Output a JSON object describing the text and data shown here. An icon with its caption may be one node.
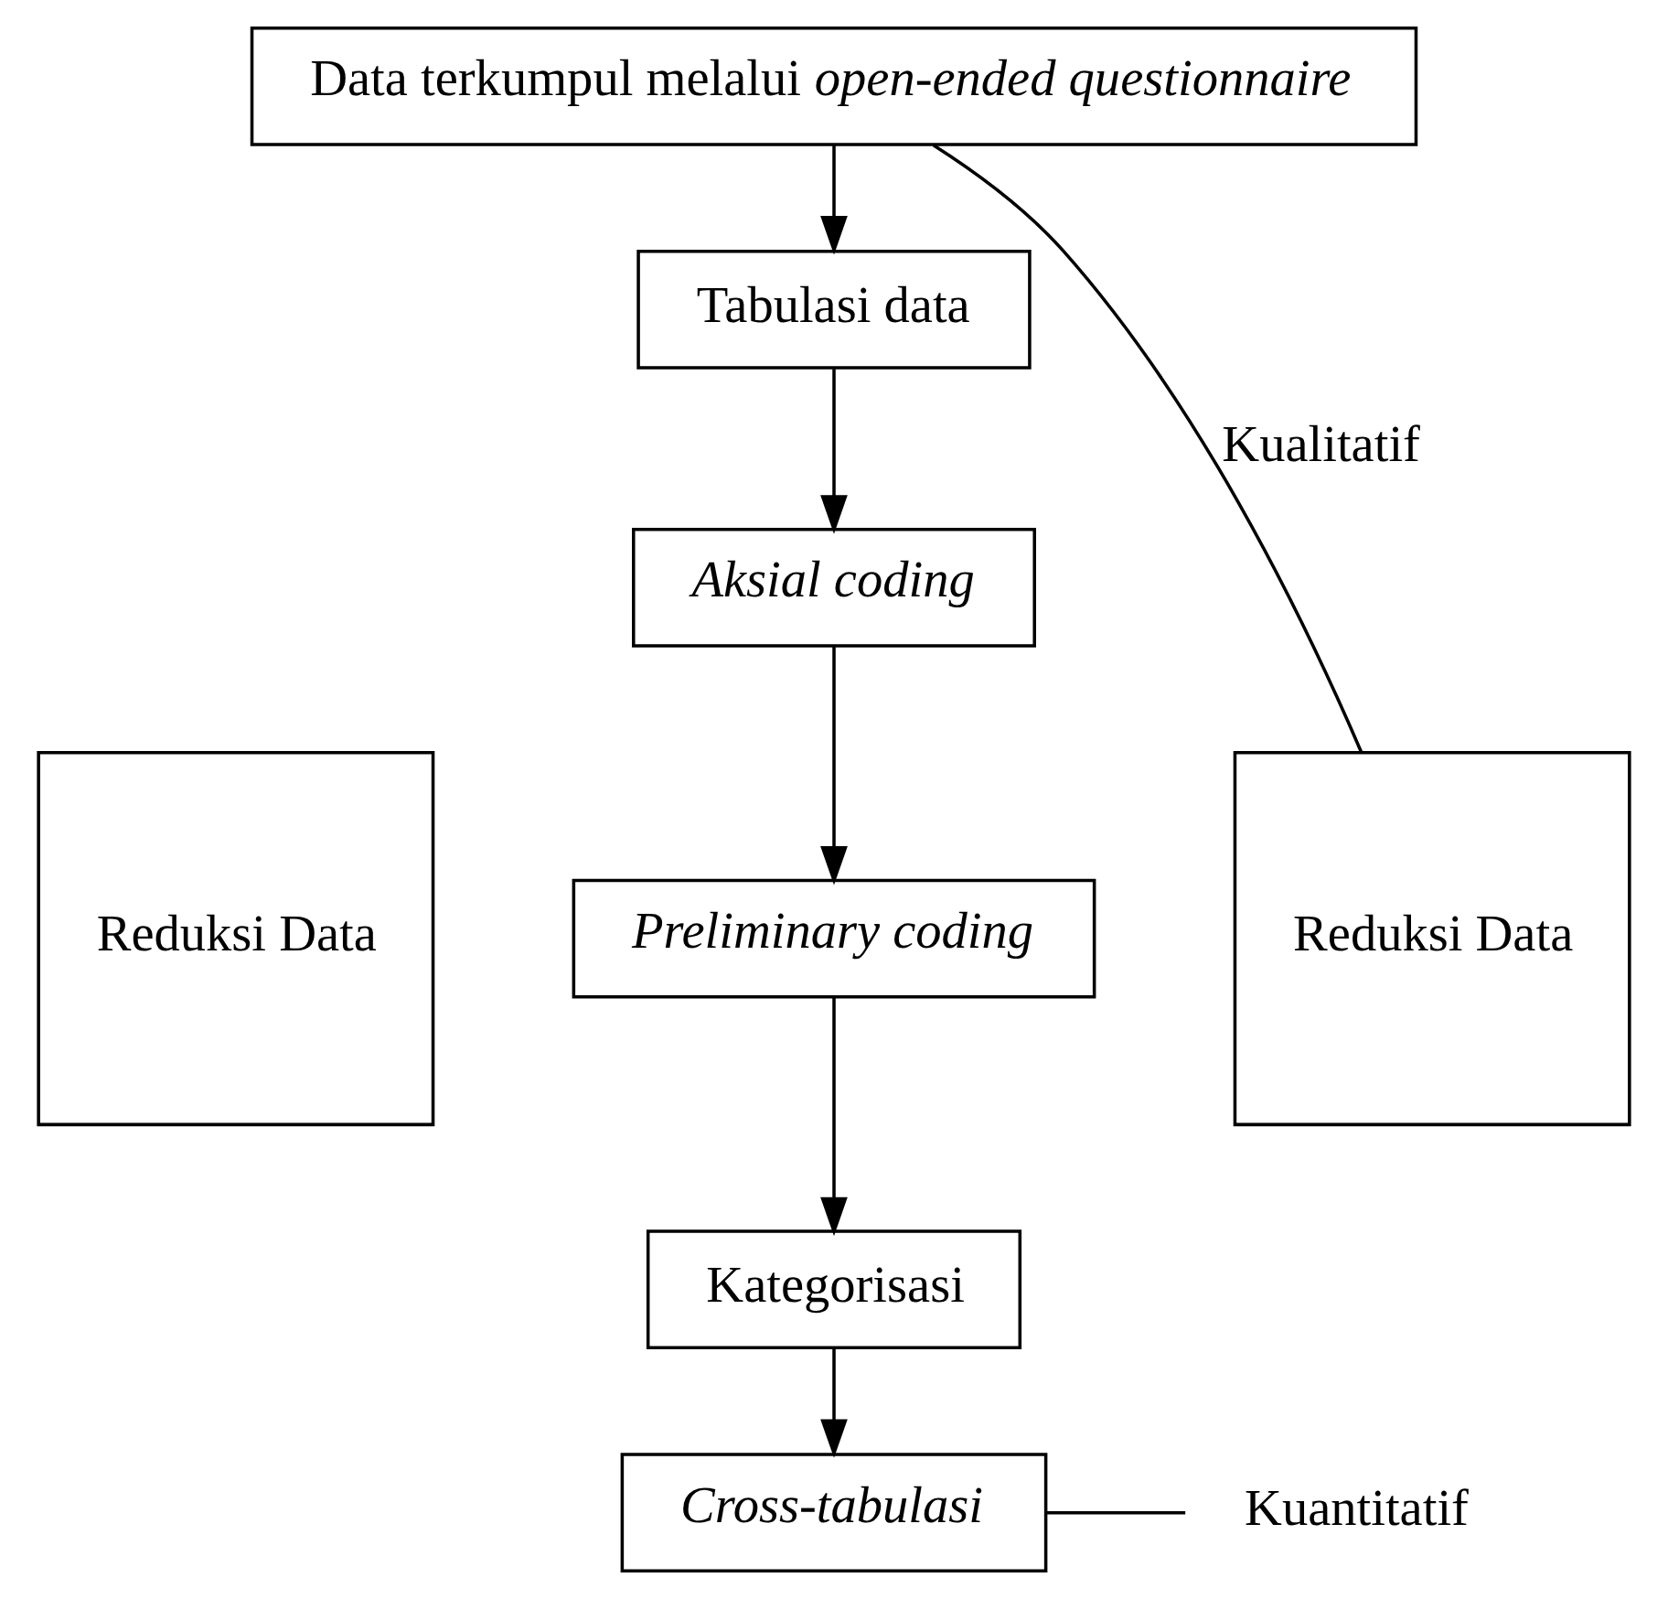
{
  "diagram": {
    "nodes": [
      {
        "text": [
          "Data terkumpul melalui *open-ended questionnaire*"
        ]
      },
      {
        "text": [
          "Tabulasi data"
        ]
      },
      {
        "text": [
          "Aksial coding"
        ]
      },
      {
        "text": [
          "Reduksi Data"
        ]
      },
      {
        "text": [
          "Preliminary coding"
        ]
      },
      {
        "text": [
          "Kategorisasi"
        ]
      },
      {
        "text": [
          "Reduksi Data"
        ]
      },
      {
        "text": [
          "Cross-tabulasi"
        ]
      },
      {
        "text": [
          "Kuantitatif"
        ]
      }
    ],
    "edges": [
      {
        "from": 0,
        "to": 1,
        "arrow": "to"
      },
      {
        "from": 1,
        "to": 2,
        "arrow": "to"
      },
      {
        "from": 2,
        "to": 4,
        "arrow": "to"
      },
      {
        "from": 4,
        "to": 5,
        "arrow": "to"
      },
      {
        "from": 5,
        "to": 7,
        "arrow": "to"
      },
      {
        "from": 0,
        "to": 6,
        "arrow": "none",
        "label": "Kualitatif"
      },
      {
        "from": 7,
        "to": 8,
        "arrow": "none"
      }
    ]
  }
}
